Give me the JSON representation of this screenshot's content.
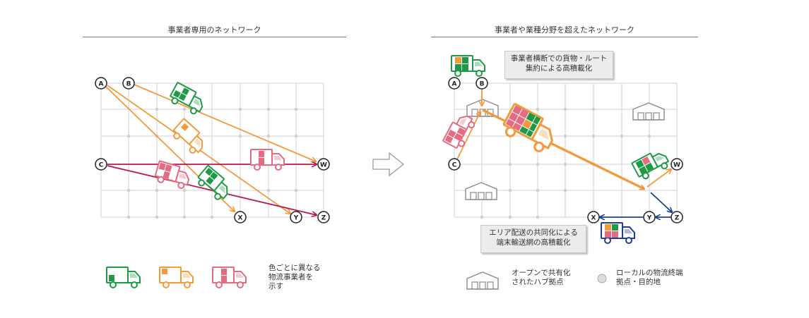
{
  "left_panel": {
    "title": "事業者専用のネットワーク",
    "nodes": [
      "A",
      "B",
      "C",
      "W",
      "X",
      "Y",
      "Z"
    ]
  },
  "right_panel": {
    "title": "事業者や業種分野を超えたネットワーク",
    "nodes": [
      "A",
      "B",
      "C",
      "W",
      "X",
      "Y",
      "Z"
    ],
    "callout_top_line1": "事業者横断での貨物・ルート",
    "callout_top_line2": "集約による高積載化",
    "callout_bottom_line1": "エリア配送の共同化による",
    "callout_bottom_line2": "端末輸送網の高積載化"
  },
  "legend_left": {
    "text_line1": "色ごとに異なる",
    "text_line2": "物流事業者を",
    "text_line3": "示す"
  },
  "legend_right": {
    "hub_line1": "オープンで共有化",
    "hub_line2": "されたハブ拠点",
    "terminal_line1": "ローカルの物流終端",
    "terminal_line2": "拠点・目的地"
  },
  "colors": {
    "green": "#1e9a46",
    "orange": "#f39a3c",
    "pink": "#e46b80",
    "crimson": "#b8174f",
    "navy": "#1f3f8f",
    "grid": "#d9d9d9"
  }
}
